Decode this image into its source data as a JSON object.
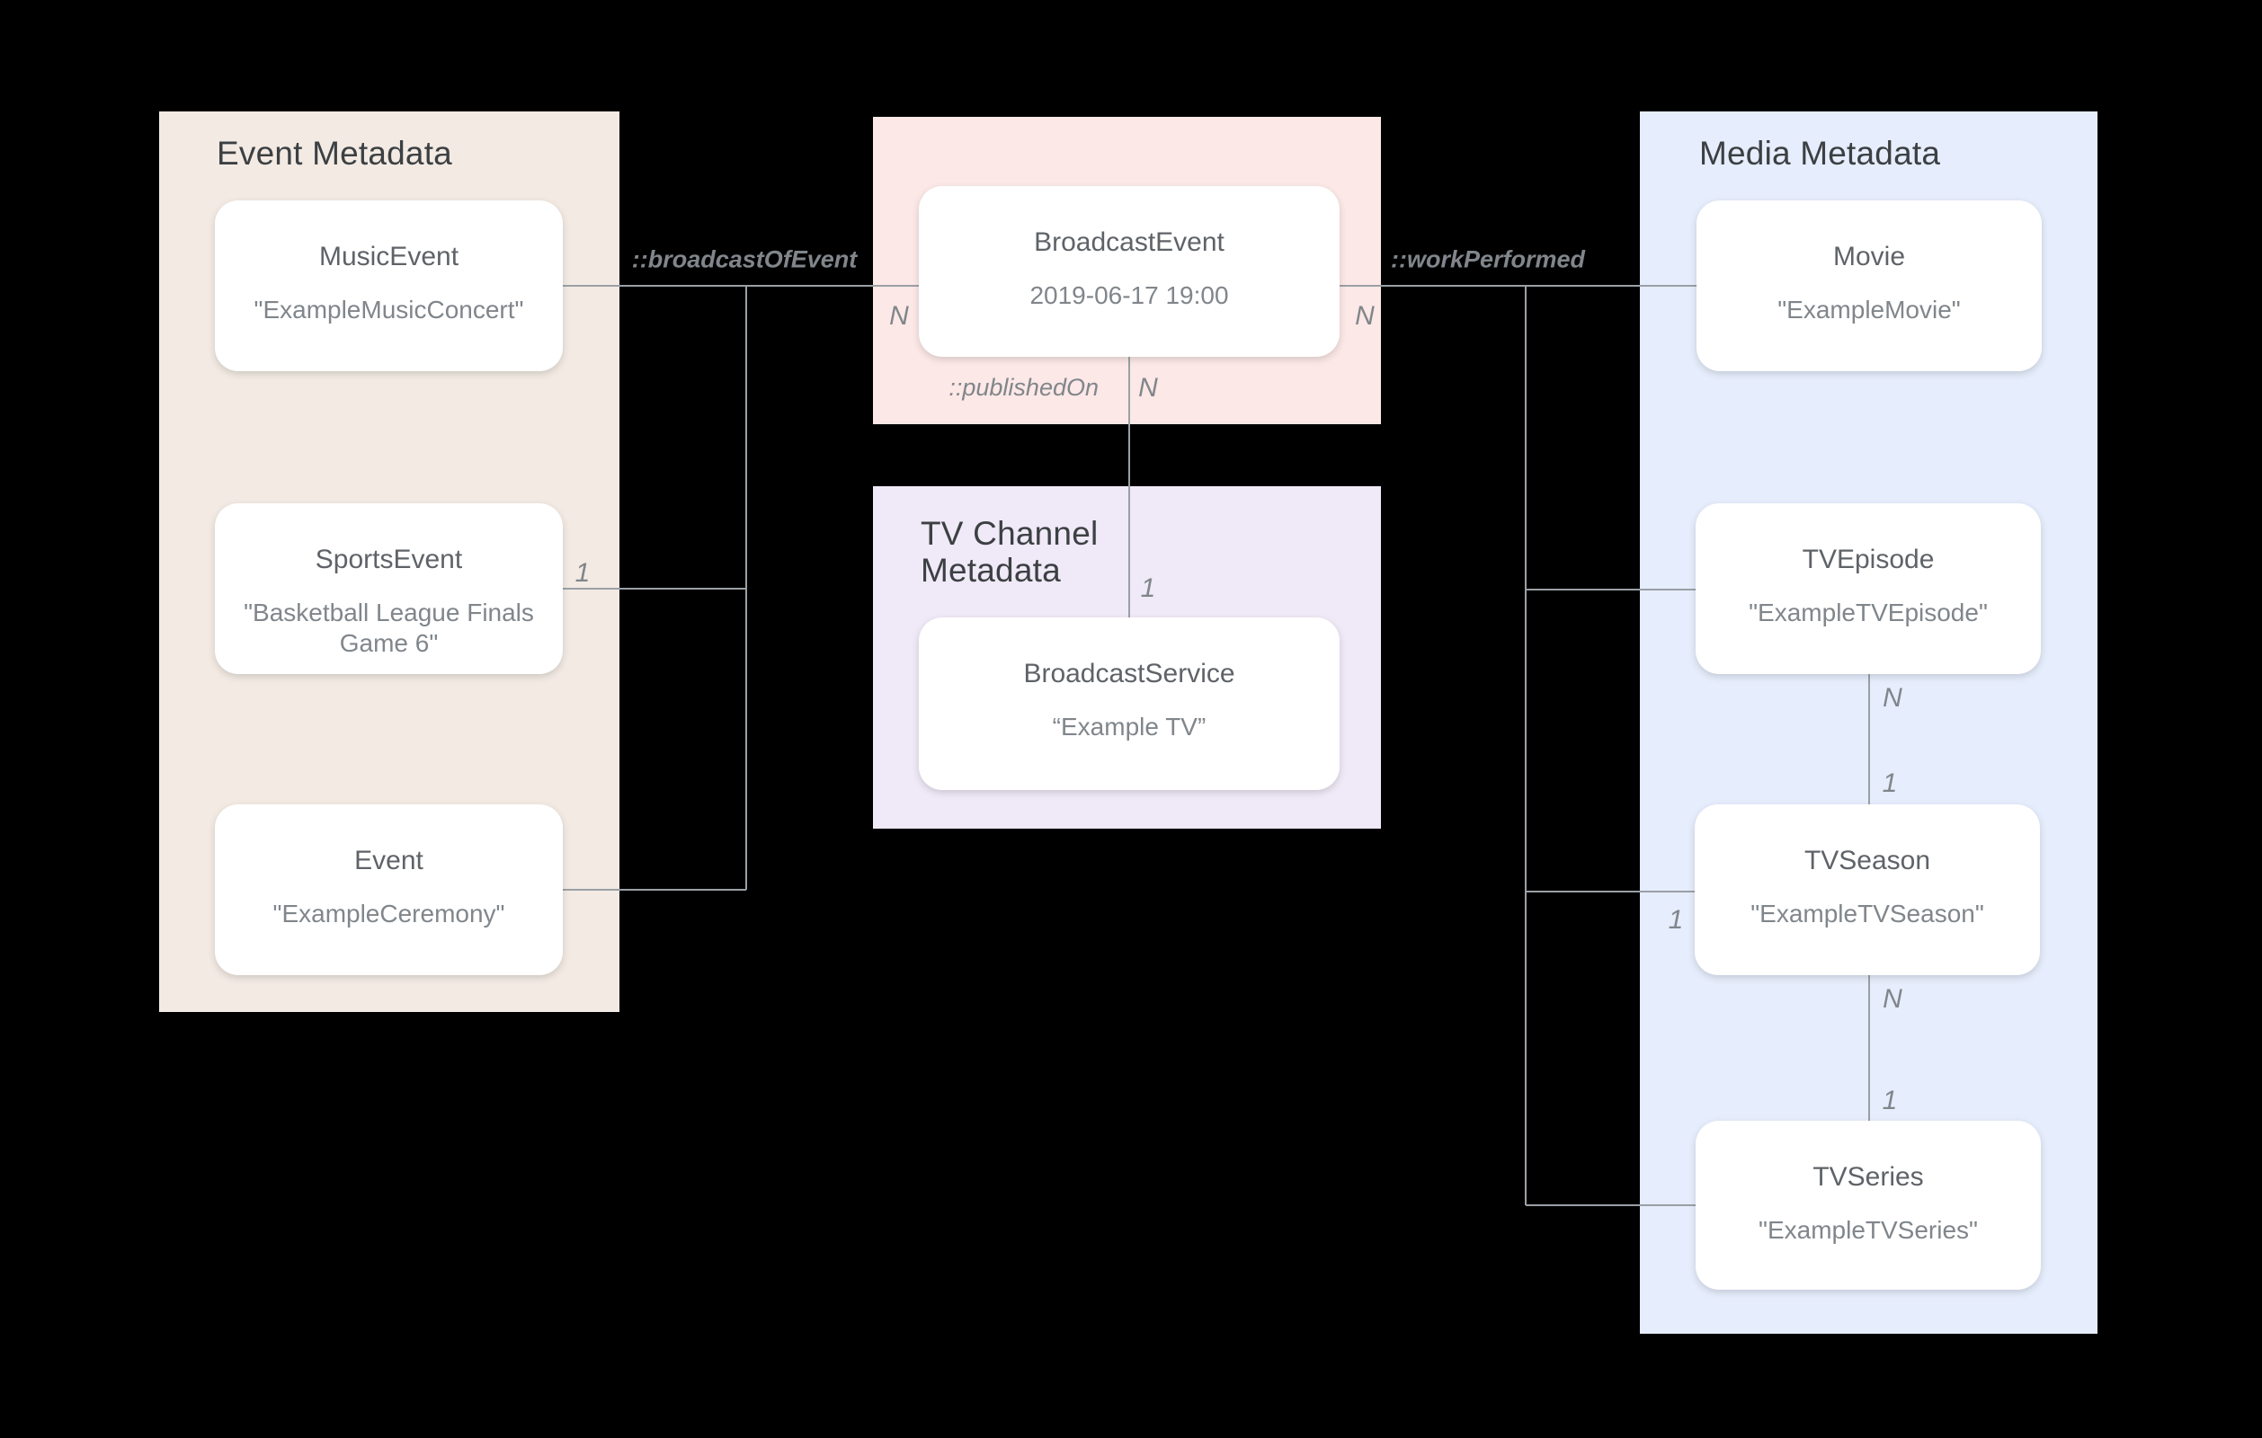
{
  "diagram": {
    "background": "#000000",
    "wire_color": "#9AA0A6"
  },
  "panels": {
    "event": {
      "title": "Event Metadata",
      "color": "#F3EAE3"
    },
    "broadcast": {
      "color": "#FCE8E6"
    },
    "tv_channel": {
      "title": "TV Channel Metadata",
      "color": "#F0E9F7"
    },
    "media": {
      "title": "Media Metadata",
      "color": "#E6EDFC"
    }
  },
  "cards": {
    "music_event": {
      "title": "MusicEvent",
      "value": "\"ExampleMusicConcert\""
    },
    "sports_event": {
      "title": "SportsEvent",
      "value": "\"Basketball League Finals Game 6\""
    },
    "event": {
      "title": "Event",
      "value": "\"ExampleCeremony\""
    },
    "broadcast_event": {
      "title": "BroadcastEvent",
      "value": "2019-06-17 19:00"
    },
    "broadcast_service": {
      "title": "BroadcastService",
      "value": "“Example TV”"
    },
    "movie": {
      "title": "Movie",
      "value": "\"ExampleMovie\""
    },
    "tv_episode": {
      "title": "TVEpisode",
      "value": "\"ExampleTVEpisode\""
    },
    "tv_season": {
      "title": "TVSeason",
      "value": "\"ExampleTVSeason\""
    },
    "tv_series": {
      "title": "TVSeries",
      "value": "\"ExampleTVSeries\""
    }
  },
  "relations": {
    "broadcast_of_event": "::broadcastOfEvent",
    "work_performed": "::workPerformed",
    "published_on": "::publishedOn"
  },
  "cardinalities": {
    "broadcast_of_event_n": "N",
    "sports_event_1": "1",
    "work_performed_n": "N",
    "published_on_n": "N",
    "broadcast_service_1": "1",
    "tv_season_1": "1",
    "episode_season_n": "N",
    "episode_season_1": "1",
    "season_series_n": "N",
    "season_series_1": "1"
  }
}
